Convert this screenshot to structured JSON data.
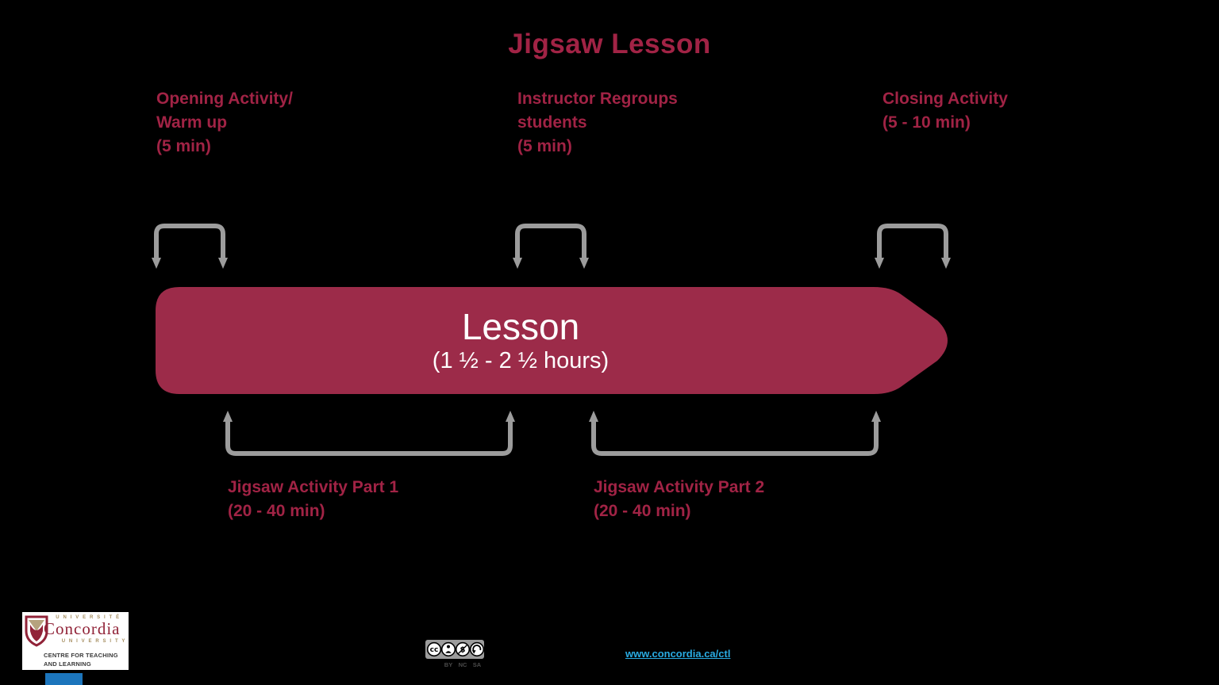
{
  "title": "Jigsaw Lesson",
  "colors": {
    "label_maroon": "#A12345",
    "arrow_maroon": "#9C2B49",
    "bracket_gray": "#9C9C9C",
    "link_blue": "#29ABE2",
    "logo_maroon": "#912338",
    "logo_tan": "#A58D5F",
    "accent_blue": "#1C75BC"
  },
  "top_labels": [
    {
      "text": "Opening Activity/\nWarm up\n(5 min)"
    },
    {
      "text": "Instructor Regroups\nstudents\n(5 min)"
    },
    {
      "text": "Closing Activity\n(5 - 10 min)"
    }
  ],
  "lesson": {
    "title": "Lesson",
    "duration": "(1 ½ - 2 ½ hours)"
  },
  "bottom_labels": [
    {
      "text": "Jigsaw Activity Part 1\n(20 - 40 min)"
    },
    {
      "text": "Jigsaw Activity Part 2\n(20 - 40 min)"
    }
  ],
  "footer": {
    "logo": {
      "universite": "U N I V E R S I T É",
      "wordmark": "Concordia",
      "university": "U N I V E R S I T Y",
      "centre": "CENTRE FOR TEACHING\nAND LEARNING"
    },
    "cc": {
      "labels": [
        "BY",
        "NC",
        "SA"
      ]
    },
    "link": "www.concordia.ca/ctl"
  }
}
